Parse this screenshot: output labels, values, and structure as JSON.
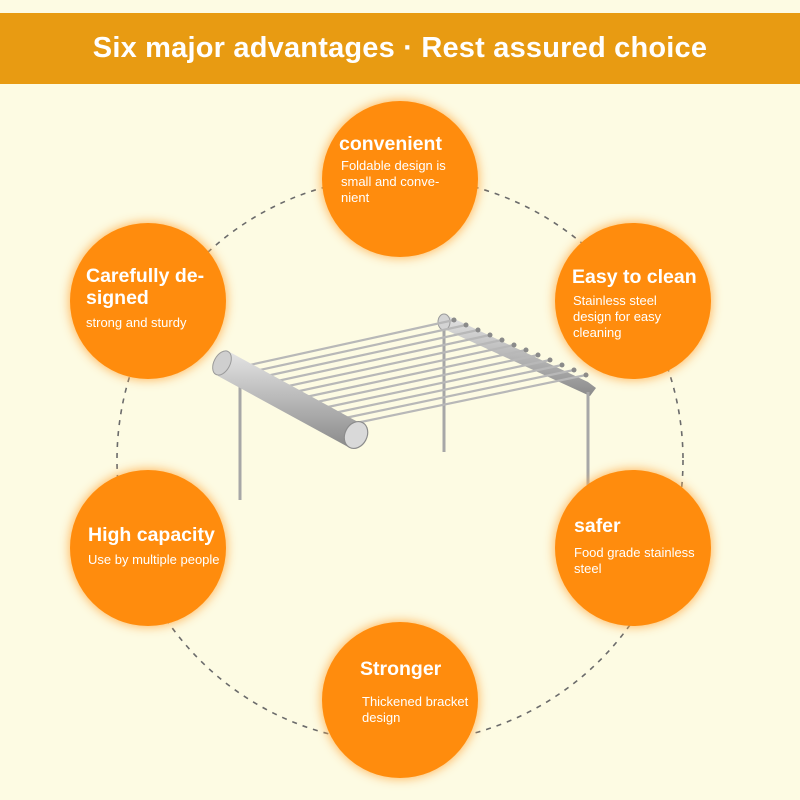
{
  "banner": {
    "title": "Six major advantages · Rest assured choice"
  },
  "colors": {
    "banner": "#e89b12",
    "circle": "#ff8c0d",
    "background": "#fdfbe3",
    "text": "#ffffff"
  },
  "advantages": [
    {
      "title": "convenient",
      "description": "Foldable design is small and conve-nient"
    },
    {
      "title": "Carefully de-signed",
      "description": "strong and sturdy"
    },
    {
      "title": "Easy to clean",
      "description": "Stainless steel design for easy cleaning"
    },
    {
      "title": "High capacity",
      "description": "Use by multiple people"
    },
    {
      "title": "safer",
      "description": "Food grade stainless steel"
    },
    {
      "title": "Stronger",
      "description": "Thickened bracket design"
    }
  ],
  "product": {
    "image": "stainless-steel-folding-bbq-grill"
  }
}
